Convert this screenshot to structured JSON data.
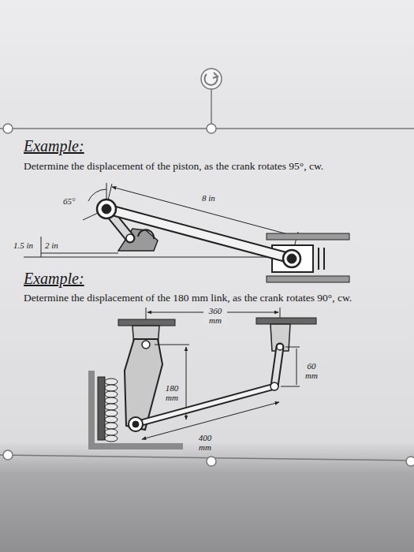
{
  "diagram": {
    "labels": [
      "Example:",
      "Determine the displacement of the piston, as the crank rotates 95°, cw.",
      "65°",
      "8 in",
      "1.5 in",
      "2 in",
      "Example:",
      "Determine the displacement of the 180 mm link, as the crank rotates 90°, cw.",
      "360 mm",
      "180 mm",
      "60 mm",
      "400 mm"
    ]
  }
}
